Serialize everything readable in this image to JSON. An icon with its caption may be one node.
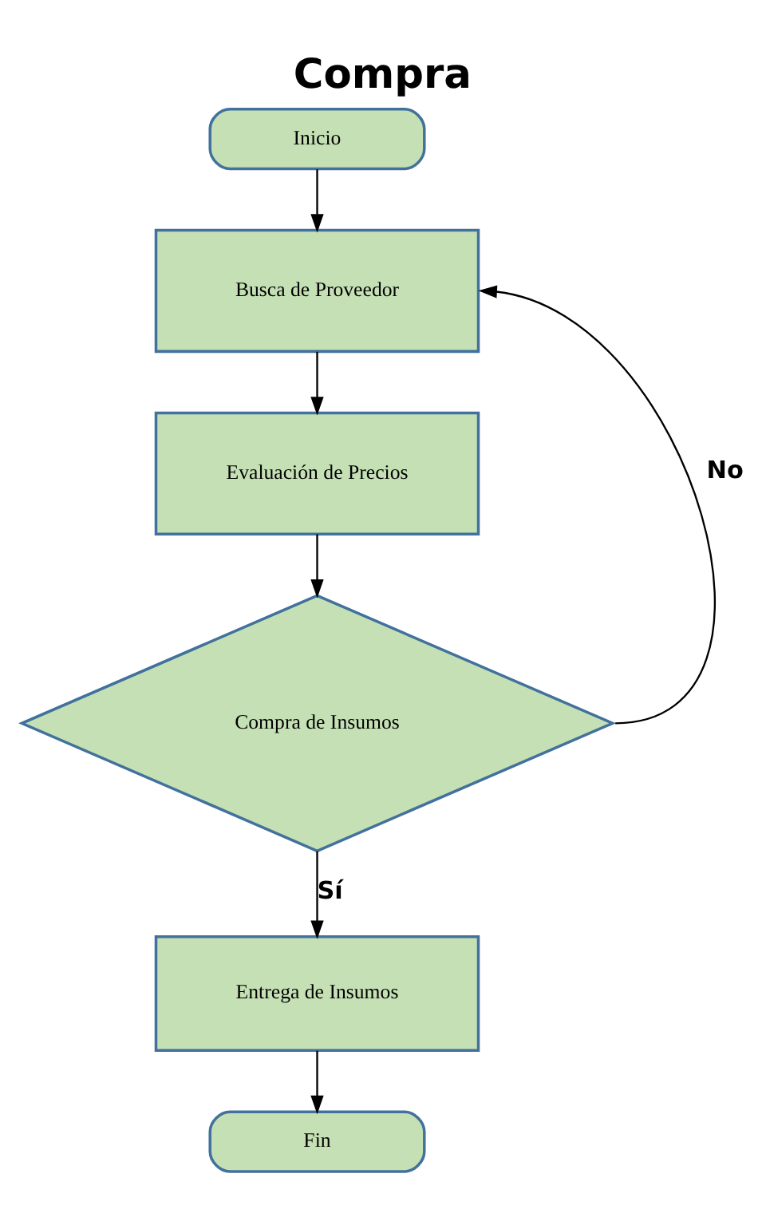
{
  "diagram": {
    "title": "Compra",
    "nodes": [
      {
        "text": [
          "Inicio"
        ]
      },
      {
        "text": [
          "Busca de Proveedor"
        ]
      },
      {
        "text": [
          "Evaluación de Precios"
        ]
      },
      {
        "text": [
          "Compra de Insumos"
        ]
      },
      {
        "text": [
          "Entrega de Insumos"
        ]
      },
      {
        "text": [
          "Fin"
        ]
      }
    ],
    "edges": [
      {
        "from": 0,
        "to": 1,
        "arrow": "to"
      },
      {
        "from": 1,
        "to": 2,
        "arrow": "to"
      },
      {
        "from": 2,
        "to": 3,
        "arrow": "to"
      },
      {
        "from": 3,
        "to": 4,
        "label": "Sí",
        "arrow": "to"
      },
      {
        "from": 3,
        "to": 1,
        "label": "No",
        "arrow": "to"
      },
      {
        "from": 4,
        "to": 5,
        "arrow": "to"
      }
    ]
  }
}
